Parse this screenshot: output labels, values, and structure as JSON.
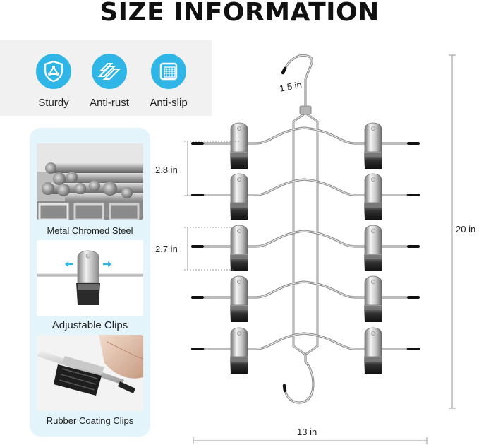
{
  "title": "SIZE INFORMATION",
  "features": [
    {
      "label": "Sturdy",
      "icon": "shield-icon"
    },
    {
      "label": "Anti-rust",
      "icon": "metal-bars-icon"
    },
    {
      "label": "Anti-slip",
      "icon": "grip-pad-icon"
    }
  ],
  "panels": [
    {
      "caption": "Metal Chromed Steel",
      "image": "steel-rods-photo"
    },
    {
      "caption": "Adjustable Clips",
      "image": "clip-on-bar-photo"
    },
    {
      "caption": "Rubber Coating Clips",
      "image": "rubber-clip-closeup-photo"
    }
  ],
  "dimensions": {
    "hook": "1.5 in",
    "tier_spacing_1": "2.8 in",
    "tier_spacing_2": "2.7 in",
    "height": "20 in",
    "width": "13 in"
  },
  "colors": {
    "accent": "#2fb6e6",
    "panel_bg": "#e3f4fb",
    "band_bg": "#f1f1f1"
  }
}
